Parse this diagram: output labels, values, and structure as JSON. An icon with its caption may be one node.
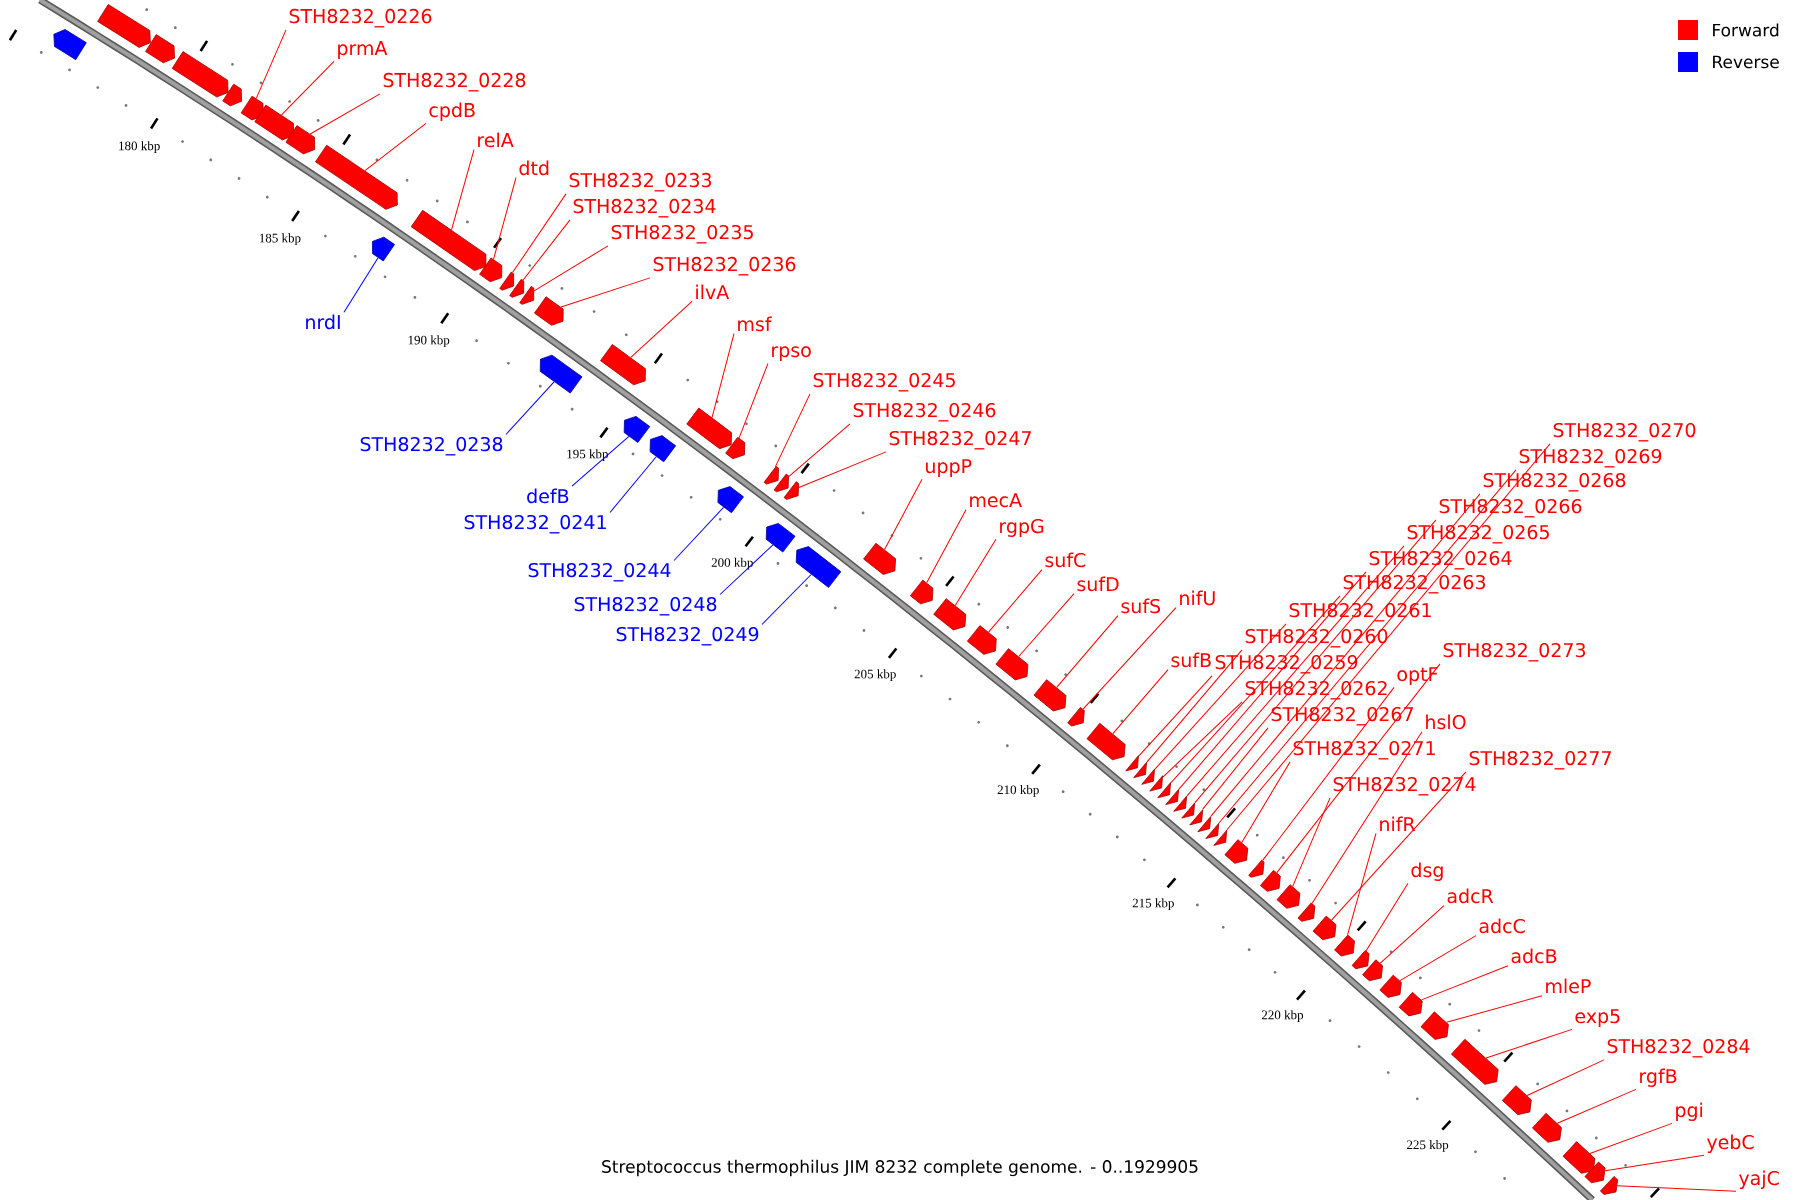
{
  "diagram": {
    "caption": "Streptococcus thermophilus JIM 8232 complete genome. - 0..1929905",
    "nodes": [
      {
        "text": [
          "STH8232_0226"
        ]
      },
      {
        "text": [
          "prmA"
        ]
      },
      {
        "text": [
          "STH8232_0228"
        ]
      },
      {
        "text": [
          "cpdB"
        ]
      },
      {
        "text": [
          "relA"
        ]
      },
      {
        "text": [
          "dtd"
        ]
      },
      {
        "text": [
          "STH8232_0233"
        ]
      },
      {
        "text": [
          "STH8232_0234"
        ]
      },
      {
        "text": [
          "STH8232_0235"
        ]
      },
      {
        "text": [
          "STH8232_0236"
        ]
      },
      {
        "text": [
          "ilvA"
        ]
      },
      {
        "text": [
          "msf"
        ]
      },
      {
        "text": [
          "rpso"
        ]
      },
      {
        "text": [
          "STH8232_0245"
        ]
      },
      {
        "text": [
          "STH8232_0246"
        ]
      },
      {
        "text": [
          "STH8232_0247"
        ]
      },
      {
        "text": [
          "uppP"
        ]
      },
      {
        "text": [
          "mecA"
        ]
      },
      {
        "text": [
          "rgpG"
        ]
      },
      {
        "text": [
          "sufC"
        ]
      },
      {
        "text": [
          "sufD"
        ]
      },
      {
        "text": [
          "sufS"
        ]
      },
      {
        "text": [
          "nifU"
        ]
      },
      {
        "text": [
          "sufB"
        ]
      },
      {
        "text": [
          "STH8232_0270"
        ]
      },
      {
        "text": [
          "STH8232_0269"
        ]
      },
      {
        "text": [
          "STH8232_0268"
        ]
      },
      {
        "text": [
          "STH8232_0266"
        ]
      },
      {
        "text": [
          "STH8232_0265"
        ]
      },
      {
        "text": [
          "STH8232_0264"
        ]
      },
      {
        "text": [
          "STH8232_0263"
        ]
      },
      {
        "text": [
          "STH8232_0261"
        ]
      },
      {
        "text": [
          "STH8232_0260"
        ]
      },
      {
        "text": [
          "STH8232_0259"
        ]
      },
      {
        "text": [
          "STH8232_0262"
        ]
      },
      {
        "text": [
          "STH8232_0267"
        ]
      },
      {
        "text": [
          "STH8232_0271"
        ]
      },
      {
        "text": [
          "STH8232_0274"
        ]
      },
      {
        "text": [
          "optF"
        ]
      },
      {
        "text": [
          "hslO"
        ]
      },
      {
        "text": [
          "STH8232_0273"
        ]
      },
      {
        "text": [
          "STH8232_0277"
        ]
      },
      {
        "text": [
          "nifR"
        ]
      },
      {
        "text": [
          "dsg"
        ]
      },
      {
        "text": [
          "adcR"
        ]
      },
      {
        "text": [
          "adcC"
        ]
      },
      {
        "text": [
          "adcB"
        ]
      },
      {
        "text": [
          "mleP"
        ]
      },
      {
        "text": [
          "exp5"
        ]
      },
      {
        "text": [
          "STH8232_0284"
        ]
      },
      {
        "text": [
          "rgfB"
        ]
      },
      {
        "text": [
          "pgi"
        ]
      },
      {
        "text": [
          "yebC"
        ]
      },
      {
        "text": [
          "yajC"
        ]
      },
      {
        "text": [
          "nrdI"
        ]
      },
      {
        "text": [
          "STH8232_0238"
        ]
      },
      {
        "text": [
          "defB"
        ]
      },
      {
        "text": [
          "STH8232_0241"
        ]
      },
      {
        "text": [
          "STH8232_0244"
        ]
      },
      {
        "text": [
          "STH8232_0248"
        ]
      },
      {
        "text": [
          "STH8232_0249"
        ]
      },
      {
        "text": [],
        "shape": "box"
      },
      {
        "text": [],
        "shape": "box"
      },
      {
        "text": [],
        "shape": "box"
      },
      {
        "text": [],
        "shape": "box"
      },
      {
        "text": [],
        "shape": "box"
      },
      {
        "text": [],
        "shape": "box"
      },
      {
        "text": [],
        "shape": "box"
      },
      {
        "text": [],
        "shape": "box"
      },
      {
        "text": [],
        "shape": "box"
      },
      {
        "text": [],
        "shape": "box"
      },
      {
        "text": [],
        "shape": "box"
      },
      {
        "text": [],
        "shape": "box"
      },
      {
        "text": [],
        "shape": "box"
      },
      {
        "text": [],
        "shape": "box"
      },
      {
        "text": [],
        "shape": "box"
      },
      {
        "text": [],
        "shape": "box"
      },
      {
        "text": [],
        "shape": "box"
      },
      {
        "text": [],
        "shape": "box"
      },
      {
        "text": [],
        "shape": "box"
      },
      {
        "text": [],
        "shape": "box"
      },
      {
        "text": [],
        "shape": "box"
      },
      {
        "text": [],
        "shape": "box"
      },
      {
        "text": [],
        "shape": "box"
      },
      {
        "text": [],
        "shape": "box"
      },
      {
        "text": [],
        "shape": "box"
      },
      {
        "text": [],
        "shape": "box"
      },
      {
        "text": [],
        "shape": "box"
      },
      {
        "text": [],
        "shape": "box"
      },
      {
        "text": [],
        "shape": "box"
      },
      {
        "text": [],
        "shape": "box"
      },
      {
        "text": [],
        "shape": "box"
      },
      {
        "text": [],
        "shape": "box"
      },
      {
        "text": [],
        "shape": "box"
      },
      {
        "text": [],
        "shape": "box"
      },
      {
        "text": [],
        "shape": "box"
      },
      {
        "text": [],
        "shape": "box"
      },
      {
        "text": [],
        "shape": "box"
      },
      {
        "text": [],
        "shape": "box"
      },
      {
        "text": [],
        "shape": "box"
      },
      {
        "text": [],
        "shape": "box"
      },
      {
        "text": [],
        "shape": "box"
      },
      {
        "text": [],
        "shape": "box"
      },
      {
        "text": [],
        "shape": "box"
      },
      {
        "text": [],
        "shape": "box"
      },
      {
        "text": [],
        "shape": "box"
      },
      {
        "text": [],
        "shape": "box"
      },
      {
        "text": [],
        "shape": "box"
      },
      {
        "text": [],
        "shape": "box"
      },
      {
        "text": [],
        "shape": "box"
      },
      {
        "text": [],
        "shape": "box"
      },
      {
        "text": [],
        "shape": "box"
      },
      {
        "text": [],
        "shape": "box"
      },
      {
        "text": [],
        "shape": "box"
      },
      {
        "text": [],
        "shape": "box"
      },
      {
        "text": [],
        "shape": "box"
      },
      {
        "text": [],
        "shape": "box"
      },
      {
        "text": [],
        "shape": "box"
      },
      {
        "text": [],
        "shape": "box"
      },
      {
        "text": [],
        "shape": "box"
      },
      {
        "text": [],
        "shape": "box"
      },
      {
        "text": [],
        "shape": "box"
      },
      {
        "text": [],
        "shape": "box"
      },
      {
        "text": [],
        "shape": "box"
      },
      {
        "text": [],
        "shape": "box"
      },
      {
        "text": [],
        "shape": "box"
      },
      {
        "text": [],
        "shape": "box"
      }
    ],
    "edges": [
      {
        "from": 0,
        "to": 61,
        "arrow": "none"
      },
      {
        "from": 1,
        "to": 62,
        "arrow": "none"
      },
      {
        "from": 2,
        "to": 63,
        "arrow": "none"
      },
      {
        "from": 3,
        "to": 64,
        "arrow": "none"
      },
      {
        "from": 4,
        "to": 65,
        "arrow": "none"
      },
      {
        "from": 5,
        "to": 66,
        "arrow": "none"
      },
      {
        "from": 6,
        "to": 67,
        "arrow": "none"
      },
      {
        "from": 7,
        "to": 68,
        "arrow": "none"
      },
      {
        "from": 8,
        "to": 69,
        "arrow": "none"
      },
      {
        "from": 9,
        "to": 70,
        "arrow": "none"
      },
      {
        "from": 10,
        "to": 71,
        "arrow": "none"
      },
      {
        "from": 11,
        "to": 72,
        "arrow": "none"
      },
      {
        "from": 12,
        "to": 73,
        "arrow": "none"
      },
      {
        "from": 13,
        "to": 74,
        "arrow": "none"
      },
      {
        "from": 14,
        "to": 75,
        "arrow": "none"
      },
      {
        "from": 15,
        "to": 76,
        "arrow": "none"
      },
      {
        "from": 16,
        "to": 77,
        "arrow": "none"
      },
      {
        "from": 17,
        "to": 78,
        "arrow": "none"
      },
      {
        "from": 18,
        "to": 79,
        "arrow": "none"
      },
      {
        "from": 19,
        "to": 80,
        "arrow": "none"
      },
      {
        "from": 20,
        "to": 81,
        "arrow": "none"
      },
      {
        "from": 21,
        "to": 82,
        "arrow": "none"
      },
      {
        "from": 22,
        "to": 83,
        "arrow": "none"
      },
      {
        "from": 23,
        "to": 84,
        "arrow": "none"
      },
      {
        "from": 24,
        "to": 85,
        "arrow": "none"
      },
      {
        "from": 25,
        "to": 86,
        "arrow": "none"
      },
      {
        "from": 26,
        "to": 87,
        "arrow": "none"
      },
      {
        "from": 27,
        "to": 88,
        "arrow": "none"
      },
      {
        "from": 28,
        "to": 89,
        "arrow": "none"
      },
      {
        "from": 29,
        "to": 90,
        "arrow": "none"
      },
      {
        "from": 30,
        "to": 91,
        "arrow": "none"
      },
      {
        "from": 31,
        "to": 92,
        "arrow": "none"
      },
      {
        "from": 32,
        "to": 93,
        "arrow": "none"
      },
      {
        "from": 33,
        "to": 94,
        "arrow": "none"
      },
      {
        "from": 34,
        "to": 95,
        "arrow": "none"
      },
      {
        "from": 35,
        "to": 96,
        "arrow": "none"
      },
      {
        "from": 36,
        "to": 97,
        "arrow": "none"
      },
      {
        "from": 37,
        "to": 98,
        "arrow": "none"
      },
      {
        "from": 38,
        "to": 99,
        "arrow": "none"
      },
      {
        "from": 39,
        "to": 100,
        "arrow": "none"
      },
      {
        "from": 40,
        "to": 101,
        "arrow": "none"
      },
      {
        "from": 41,
        "to": 102,
        "arrow": "none"
      },
      {
        "from": 42,
        "to": 103,
        "arrow": "none"
      },
      {
        "from": 43,
        "to": 104,
        "arrow": "none"
      },
      {
        "from": 44,
        "to": 105,
        "arrow": "none"
      },
      {
        "from": 45,
        "to": 106,
        "arrow": "none"
      },
      {
        "from": 46,
        "to": 107,
        "arrow": "none"
      },
      {
        "from": 47,
        "to": 108,
        "arrow": "none"
      },
      {
        "from": 48,
        "to": 109,
        "arrow": "none"
      },
      {
        "from": 49,
        "to": 110,
        "arrow": "none"
      },
      {
        "from": 50,
        "to": 111,
        "arrow": "none"
      },
      {
        "from": 51,
        "to": 112,
        "arrow": "none"
      },
      {
        "from": 52,
        "to": 113,
        "arrow": "none"
      },
      {
        "from": 53,
        "to": 114,
        "arrow": "none"
      },
      {
        "from": 54,
        "to": 115,
        "arrow": "none",
        "color": "#0000ff"
      },
      {
        "from": 55,
        "to": 116,
        "arrow": "none",
        "color": "#0000ff"
      },
      {
        "from": 56,
        "to": 117,
        "arrow": "none",
        "color": "#0000ff"
      },
      {
        "from": 57,
        "to": 118,
        "arrow": "none",
        "color": "#0000ff"
      },
      {
        "from": 58,
        "to": 119,
        "arrow": "none",
        "color": "#0000ff"
      },
      {
        "from": 59,
        "to": 120,
        "arrow": "none",
        "color": "#0000ff"
      },
      {
        "from": 60,
        "to": 121,
        "arrow": "none",
        "color": "#0000ff"
      }
    ],
    "labels": [
      "180 kbp",
      "185 kbp",
      "190 kbp",
      "195 kbp",
      "200 kbp",
      "205 kbp",
      "210 kbp",
      "215 kbp",
      "220 kbp",
      "225 kbp"
    ],
    "legend": [
      {
        "text": "Forward",
        "color": "#ff0000"
      },
      {
        "text": "Reverse",
        "color": "#0000ff"
      }
    ]
  }
}
